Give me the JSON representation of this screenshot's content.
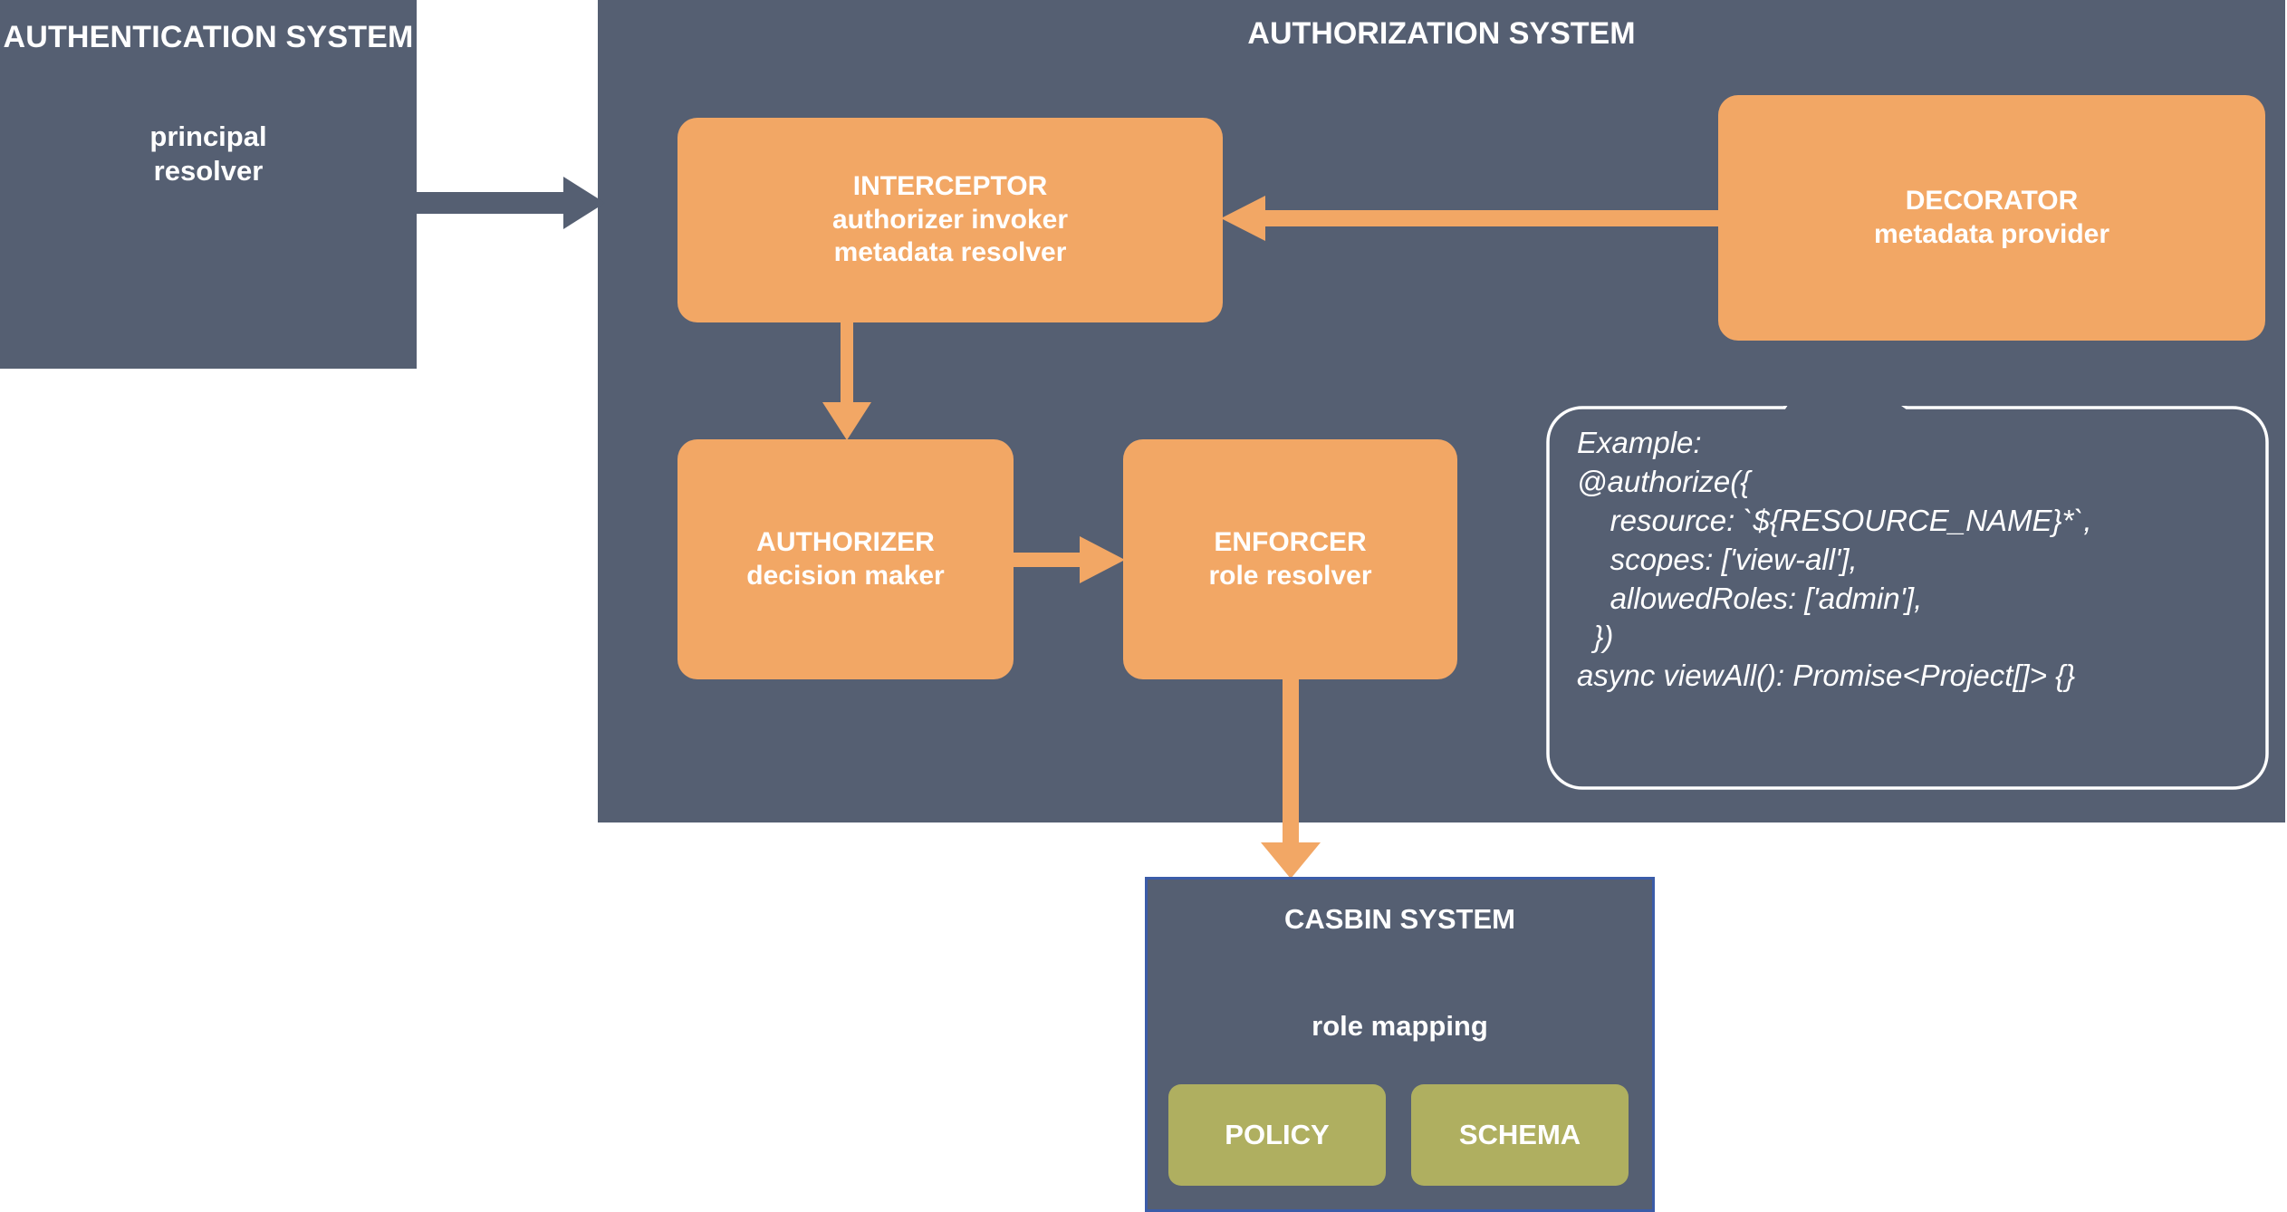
{
  "diagram": {
    "title": "Authorization architecture diagram",
    "colors": {
      "panel": "#555F72",
      "node": "#F2A765",
      "chip": "#AFAF60",
      "arrow_dark": "#555F72",
      "arrow_orange": "#F2A765",
      "casbin_border": "#3B5CA8",
      "text": "#FFFFFF",
      "background": "#FFFFFF"
    }
  },
  "auth_system": {
    "title": "AUTHENTICATION SYSTEM",
    "subtitle": "principal\nresolver"
  },
  "authz_system": {
    "title": "AUTHORIZATION SYSTEM",
    "nodes": {
      "interceptor": {
        "title": "INTERCEPTOR",
        "line1": "authorizer invoker",
        "line2": "metadata resolver"
      },
      "decorator": {
        "title": "DECORATOR",
        "line1": "metadata provider"
      },
      "authorizer": {
        "title": "AUTHORIZER",
        "line1": "decision maker"
      },
      "enforcer": {
        "title": "ENFORCER",
        "line1": "role resolver"
      }
    },
    "callout": {
      "code": "Example:\n@authorize({\n    resource: `${RESOURCE_NAME}*`,\n    scopes: ['view-all'],\n    allowedRoles: ['admin'],\n  })\nasync viewAll(): Promise<Project[]> {}"
    }
  },
  "casbin_system": {
    "title": "CASBIN SYSTEM",
    "subtitle": "role mapping",
    "chips": [
      {
        "label": "POLICY"
      },
      {
        "label": "SCHEMA"
      }
    ]
  },
  "arrows": [
    {
      "name": "auth-to-interceptor",
      "from": "AUTHENTICATION SYSTEM",
      "to": "INTERCEPTOR",
      "direction": "right",
      "color": "#555F72"
    },
    {
      "name": "decorator-to-interceptor",
      "from": "DECORATOR",
      "to": "INTERCEPTOR",
      "direction": "left",
      "color": "#F2A765"
    },
    {
      "name": "interceptor-to-authorizer",
      "from": "INTERCEPTOR",
      "to": "AUTHORIZER",
      "direction": "down",
      "color": "#F2A765"
    },
    {
      "name": "authorizer-to-enforcer",
      "from": "AUTHORIZER",
      "to": "ENFORCER",
      "direction": "right",
      "color": "#F2A765"
    },
    {
      "name": "enforcer-to-casbin",
      "from": "ENFORCER",
      "to": "CASBIN SYSTEM",
      "direction": "down",
      "color": "#F2A765"
    }
  ]
}
